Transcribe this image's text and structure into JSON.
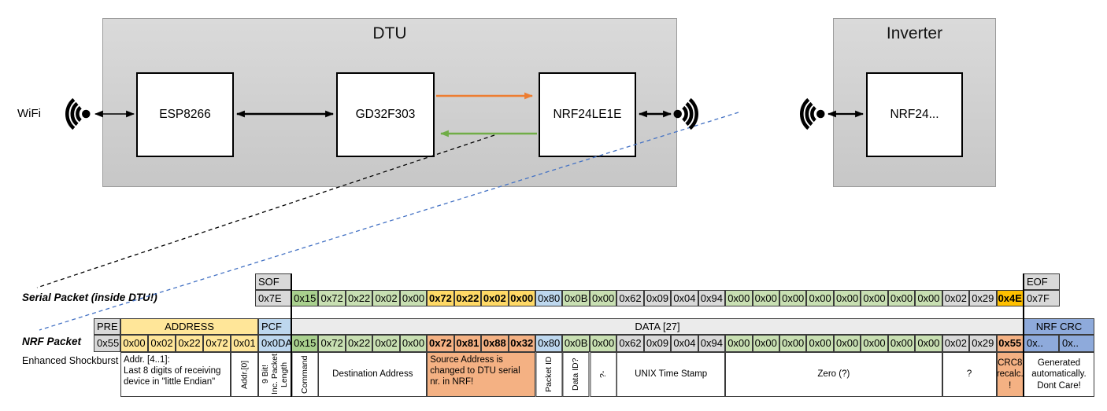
{
  "colors": {
    "gray": "#D9D9D9",
    "data_header_gray": "#EBEBEB",
    "light_green": "#C8DFB2",
    "dark_green": "#A9D08E",
    "gold": "#FFD966",
    "orange": "#FFC000",
    "salmon": "#F4B183",
    "light_blue": "#BDD7EE",
    "medium_blue": "#8EAADB",
    "yellow": "#FFE699",
    "arrow_orange": "#ED7D31",
    "arrow_green": "#70AD47",
    "callout_blue": "#4472C4"
  },
  "diagram": {
    "wifi_label": "WiFi",
    "dtu": {
      "title": "DTU",
      "components": [
        {
          "label": "ESP8266"
        },
        {
          "label": "GD32F303"
        },
        {
          "label": "NRF24LE1E"
        }
      ]
    },
    "inverter": {
      "title": "Inverter",
      "components": [
        {
          "label": "NRF24..."
        }
      ]
    }
  },
  "serial_packet": {
    "label": "Serial Packet (inside DTU!)",
    "sof": {
      "header": "SOF",
      "value": "0x7E"
    },
    "eof": {
      "header": "EOF",
      "value": "0x7F"
    },
    "data": [
      {
        "v": "0x15",
        "c": "dark_green"
      },
      {
        "v": "0x72",
        "c": "light_green"
      },
      {
        "v": "0x22",
        "c": "light_green"
      },
      {
        "v": "0x02",
        "c": "light_green"
      },
      {
        "v": "0x00",
        "c": "light_green"
      },
      {
        "v": "0x72",
        "c": "gold",
        "b": true
      },
      {
        "v": "0x22",
        "c": "gold",
        "b": true
      },
      {
        "v": "0x02",
        "c": "gold",
        "b": true
      },
      {
        "v": "0x00",
        "c": "gold",
        "b": true
      },
      {
        "v": "0x80",
        "c": "light_blue"
      },
      {
        "v": "0x0B",
        "c": "light_green"
      },
      {
        "v": "0x00",
        "c": "light_green"
      },
      {
        "v": "0x62",
        "c": "gray"
      },
      {
        "v": "0x09",
        "c": "gray"
      },
      {
        "v": "0x04",
        "c": "gray"
      },
      {
        "v": "0x94",
        "c": "gray"
      },
      {
        "v": "0x00",
        "c": "light_green"
      },
      {
        "v": "0x00",
        "c": "light_green"
      },
      {
        "v": "0x00",
        "c": "light_green"
      },
      {
        "v": "0x00",
        "c": "light_green"
      },
      {
        "v": "0x00",
        "c": "light_green"
      },
      {
        "v": "0x00",
        "c": "light_green"
      },
      {
        "v": "0x00",
        "c": "light_green"
      },
      {
        "v": "0x00",
        "c": "light_green"
      },
      {
        "v": "0x02",
        "c": "gray"
      },
      {
        "v": "0x29",
        "c": "gray"
      },
      {
        "v": "0x4E",
        "c": "orange",
        "b": true
      }
    ]
  },
  "nrf_packet": {
    "label": "NRF Packet",
    "sublabel": "Enhanced Shockburst",
    "pre": {
      "header": "PRE",
      "value": "0x55"
    },
    "address": {
      "header": "ADDRESS",
      "values": [
        "0x00",
        "0x02",
        "0x22",
        "0x72",
        "0x01"
      ]
    },
    "pcf": {
      "header": "PCF",
      "value": "0x0DA"
    },
    "data_header": "DATA [27]",
    "data": [
      {
        "v": "0x15",
        "c": "dark_green"
      },
      {
        "v": "0x72",
        "c": "light_green"
      },
      {
        "v": "0x22",
        "c": "light_green"
      },
      {
        "v": "0x02",
        "c": "light_green"
      },
      {
        "v": "0x00",
        "c": "light_green"
      },
      {
        "v": "0x72",
        "c": "salmon",
        "b": true
      },
      {
        "v": "0x81",
        "c": "salmon",
        "b": true
      },
      {
        "v": "0x88",
        "c": "salmon",
        "b": true
      },
      {
        "v": "0x32",
        "c": "salmon",
        "b": true
      },
      {
        "v": "0x80",
        "c": "light_blue"
      },
      {
        "v": "0x0B",
        "c": "light_green"
      },
      {
        "v": "0x00",
        "c": "light_green"
      },
      {
        "v": "0x62",
        "c": "gray"
      },
      {
        "v": "0x09",
        "c": "gray"
      },
      {
        "v": "0x04",
        "c": "gray"
      },
      {
        "v": "0x94",
        "c": "gray"
      },
      {
        "v": "0x00",
        "c": "light_green"
      },
      {
        "v": "0x00",
        "c": "light_green"
      },
      {
        "v": "0x00",
        "c": "light_green"
      },
      {
        "v": "0x00",
        "c": "light_green"
      },
      {
        "v": "0x00",
        "c": "light_green"
      },
      {
        "v": "0x00",
        "c": "light_green"
      },
      {
        "v": "0x00",
        "c": "light_green"
      },
      {
        "v": "0x00",
        "c": "light_green"
      },
      {
        "v": "0x02",
        "c": "gray"
      },
      {
        "v": "0x29",
        "c": "gray"
      },
      {
        "v": "0x55",
        "c": "salmon",
        "b": true
      }
    ],
    "crc": {
      "header": "NRF CRC",
      "values": [
        "0x..",
        "0x.."
      ]
    }
  },
  "annotations": [
    {
      "text": "Addr. [4..1]:\nLast 8 digits of receiving\ndevice in \"little Endian\"",
      "span": "addr_1_4",
      "style": "aleft"
    },
    {
      "text": "Addr.[0]",
      "span": "addr_0",
      "style": "rot"
    },
    {
      "text": "9 Bit!\nInc. Packet\nLength",
      "span": "pcf",
      "style": "rot"
    },
    {
      "text": "Command",
      "span": "d0",
      "style": "rot"
    },
    {
      "text": "Destination Address",
      "span": "d1_5",
      "style": "center"
    },
    {
      "text": "Source Address is\nchanged to DTU serial\nnr. in NRF!",
      "span": "d5_9",
      "style": "aleft",
      "bg": "salmon"
    },
    {
      "text": "Packet ID",
      "span": "d9",
      "style": "rot"
    },
    {
      "text": "Data ID?",
      "span": "d10",
      "style": "rot"
    },
    {
      "text": "?-",
      "span": "d11",
      "style": "rot"
    },
    {
      "text": "UNIX Time Stamp",
      "span": "d12_16",
      "style": "center"
    },
    {
      "text": "Zero (?)",
      "span": "d16_24",
      "style": "center"
    },
    {
      "text": "?",
      "span": "d24_26",
      "style": "center"
    },
    {
      "text": "CRC8\nrecalc.\n!",
      "span": "d26_27",
      "style": "center",
      "bg": "salmon"
    },
    {
      "text": "Generated\nautomatically.\nDont Care!",
      "span": "crc",
      "style": "center"
    }
  ]
}
